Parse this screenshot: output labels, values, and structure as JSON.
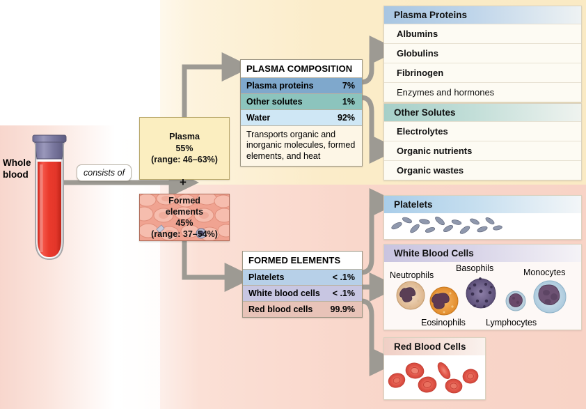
{
  "left": {
    "whole_blood_label": "Whole\nblood",
    "connector_label": "consists of",
    "tube_icon": "blood-collection-tube"
  },
  "middle": {
    "plasma_box": "Plasma\n55%\n(range: 46–63%)",
    "plus": "+",
    "formed_box": "Formed\nelements\n45%\n(range: 37–54%)"
  },
  "plasma_composition": {
    "title": "PLASMA COMPOSITION",
    "rows": [
      {
        "label": "Plasma proteins",
        "value": "7%",
        "color": "#7fa8cc"
      },
      {
        "label": "Other solutes",
        "value": "1%",
        "color": "#8cc4bd"
      },
      {
        "label": "Water",
        "value": "92%",
        "color": "#cfe7f5"
      }
    ],
    "note": "Transports organic and inorganic molecules, formed elements, and heat"
  },
  "formed_elements_table": {
    "title": "FORMED ELEMENTS",
    "rows": [
      {
        "label": "Platelets",
        "value": "< .1%",
        "color": "#b7d0e8"
      },
      {
        "label": "White blood cells",
        "value": "< .1%",
        "color": "#c8c6e2"
      },
      {
        "label": "Red blood cells",
        "value": "99.9%",
        "color": "#e8c3b8"
      }
    ]
  },
  "plasma_proteins": {
    "title": "Plasma Proteins",
    "items": [
      "Albumins",
      "Globulins",
      "Fibrinogen",
      "Enzymes and hormones"
    ]
  },
  "other_solutes": {
    "title": "Other Solutes",
    "items": [
      "Electrolytes",
      "Organic nutrients",
      "Organic wastes"
    ]
  },
  "platelets_panel": {
    "title": "Platelets",
    "image": "platelet-fragments-micrograph"
  },
  "white_blood_cells_panel": {
    "title": "White Blood Cells",
    "cells": [
      {
        "name": "Neutrophils",
        "image": "neutrophil-cell"
      },
      {
        "name": "Basophils",
        "image": "basophil-cell"
      },
      {
        "name": "Monocytes",
        "image": "monocyte-cell"
      },
      {
        "name": "Eosinophils",
        "image": "eosinophil-cell"
      },
      {
        "name": "Lymphocytes",
        "image": "lymphocyte-cell"
      }
    ]
  },
  "red_blood_cells_panel": {
    "title": "Red Blood Cells",
    "image": "erythrocytes-illustration"
  },
  "colors": {
    "arrow": "#9d9a93",
    "plasma_bg": "#fbeec0",
    "top_bg": "#faeac4",
    "bottom_bg": "#f8d3c6",
    "blood_red": "#e8372a"
  }
}
